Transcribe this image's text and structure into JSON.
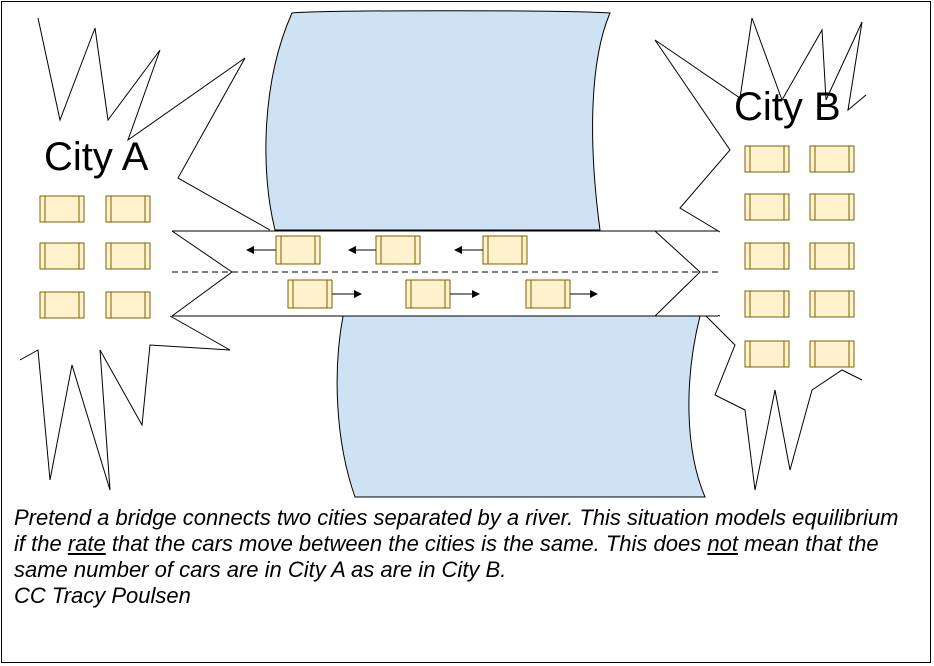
{
  "labels": {
    "city_a": "City A",
    "city_b": "City B"
  },
  "caption": {
    "s1": "Pretend a bridge connects two cities separated by a river.  This situation models equilibrium if the ",
    "rate": "rate",
    "s2": " that the cars move between the cities is the same.  This does ",
    "not": "not",
    "s3": " mean that the same number of cars are in City A as are in City B.",
    "credit": "CC Tracy Poulsen"
  },
  "colors": {
    "river": "#cfe2f3",
    "car_fill": "#fff2cc",
    "car_stroke": "#7f6000",
    "outline": "#000000"
  },
  "icons": [
    "car-icon",
    "arrow-left-icon",
    "arrow-right-icon"
  ]
}
